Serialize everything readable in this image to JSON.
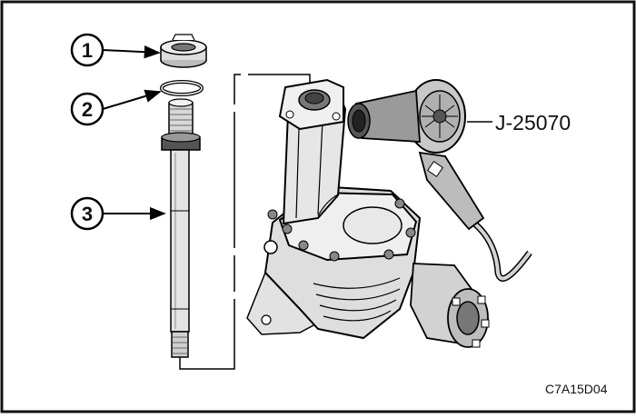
{
  "callouts": [
    {
      "num": "1",
      "part": "seal"
    },
    {
      "num": "2",
      "part": "snap-ring"
    },
    {
      "num": "3",
      "part": "axle-shaft"
    }
  ],
  "tool_label": "J-25070",
  "figure_code": "C7A15D04"
}
